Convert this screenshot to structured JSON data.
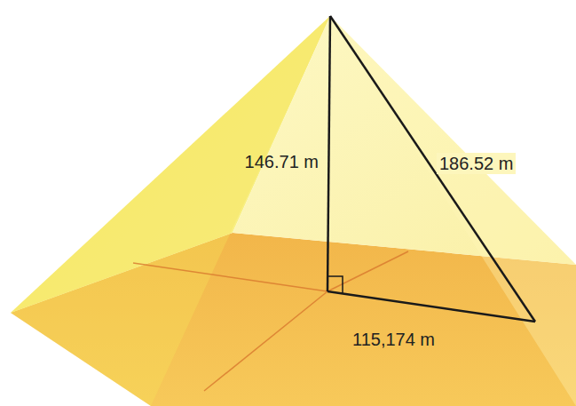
{
  "diagram": {
    "labels": [
      "146.71 m",
      "186.52 m",
      "115,174 m"
    ]
  }
}
